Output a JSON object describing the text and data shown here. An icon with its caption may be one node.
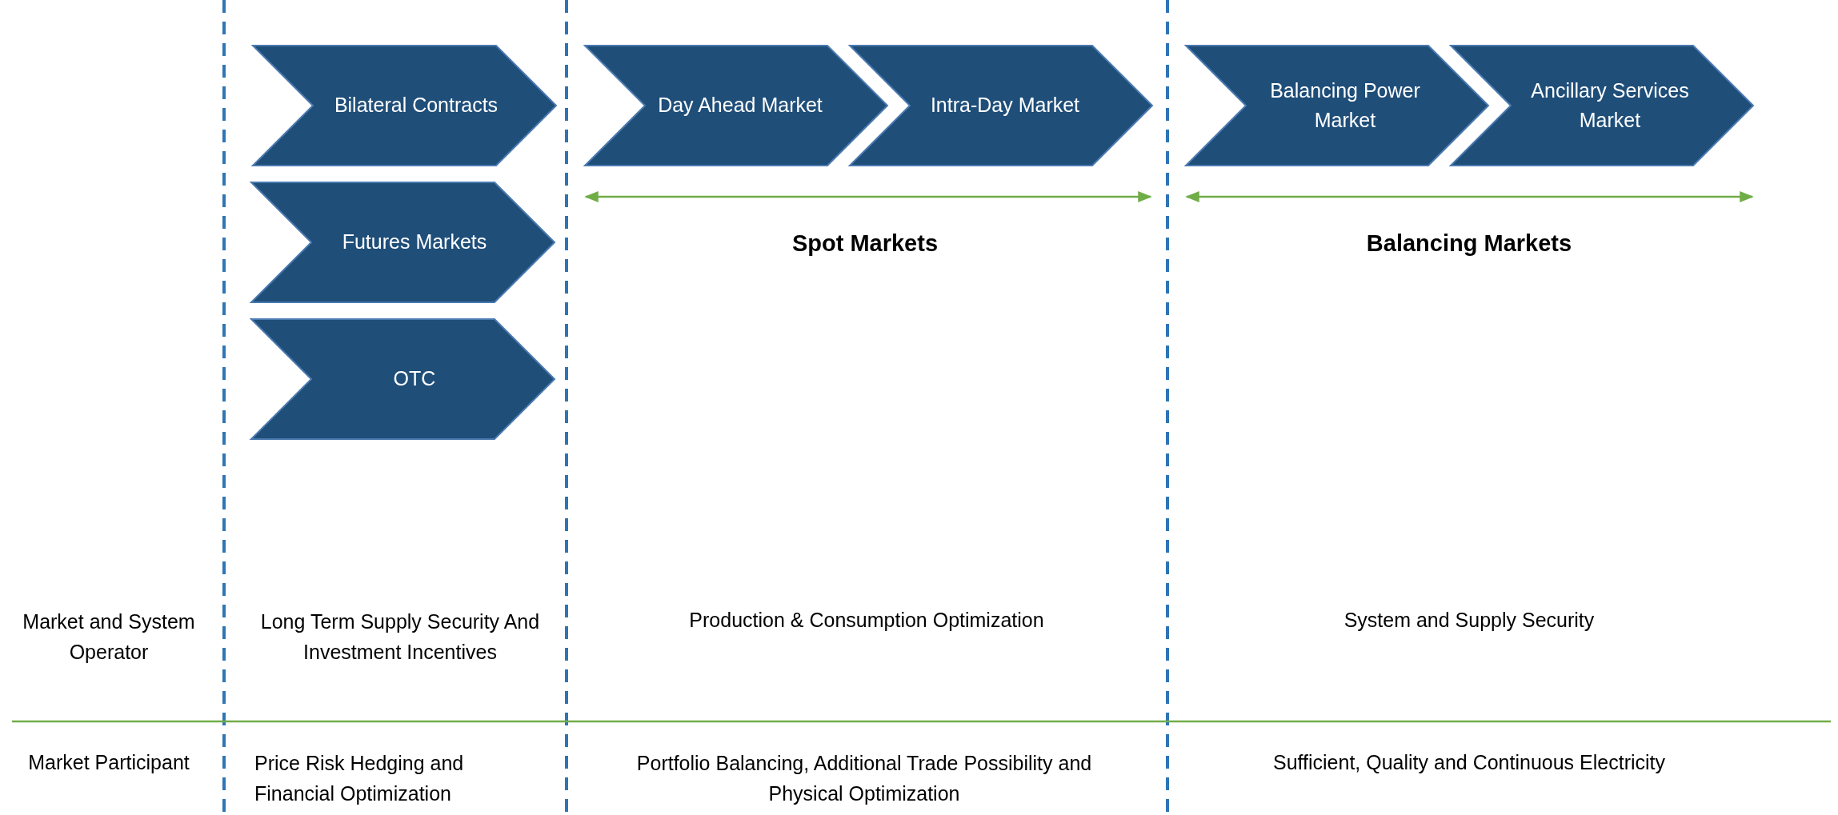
{
  "diagram": {
    "nodes": [
      {
        "text": [
          "Bilateral Contracts"
        ]
      },
      {
        "text": [
          "Futures Markets"
        ]
      },
      {
        "text": [
          "OTC"
        ]
      },
      {
        "text": [
          "Day Ahead Market"
        ]
      },
      {
        "text": [
          "Intra-Day Market"
        ]
      },
      {
        "text": [
          "Balancing Power Market"
        ]
      },
      {
        "text": [
          "Ancillary Services Market"
        ]
      }
    ],
    "edges": [],
    "labels": [
      "Spot Markets",
      "Balancing Markets",
      "Market and System Operator",
      "Long Term Supply Security And Investment Incentives",
      "Production & Consumption Optimization",
      "System and Supply Security",
      "Market Participant",
      "Price Risk Hedging and Financial Optimization",
      "Portfolio Balancing, Additional Trade Possibility and Physical Optimization",
      "Sufficient, Quality and Continuous Electricity"
    ]
  }
}
